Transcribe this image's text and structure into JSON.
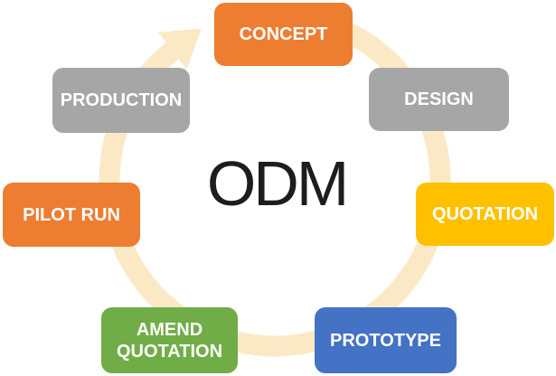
{
  "diagram": {
    "type": "cycle",
    "center_label": "ODM",
    "direction": "clockwise",
    "ring_color": "#FBE9C6",
    "label_text_color": "#FFFFFF",
    "center_text_color": "#1D1D1B",
    "stages": [
      {
        "label": "CONCEPT",
        "color": "#ED7D31",
        "position": "top"
      },
      {
        "label": "DESIGN",
        "color": "#A6A6A6",
        "position": "top-right"
      },
      {
        "label": "QUOTATION",
        "color": "#FFC000",
        "position": "right"
      },
      {
        "label": "PROTOTYPE",
        "color": "#4472C4",
        "position": "bottom-right"
      },
      {
        "label": "AMEND\nQUOTATION",
        "color": "#70AD47",
        "position": "bottom-left"
      },
      {
        "label": "PILOT RUN",
        "color": "#ED7D31",
        "position": "left"
      },
      {
        "label": "PRODUCTION",
        "color": "#A6A6A6",
        "position": "top-left"
      }
    ]
  }
}
